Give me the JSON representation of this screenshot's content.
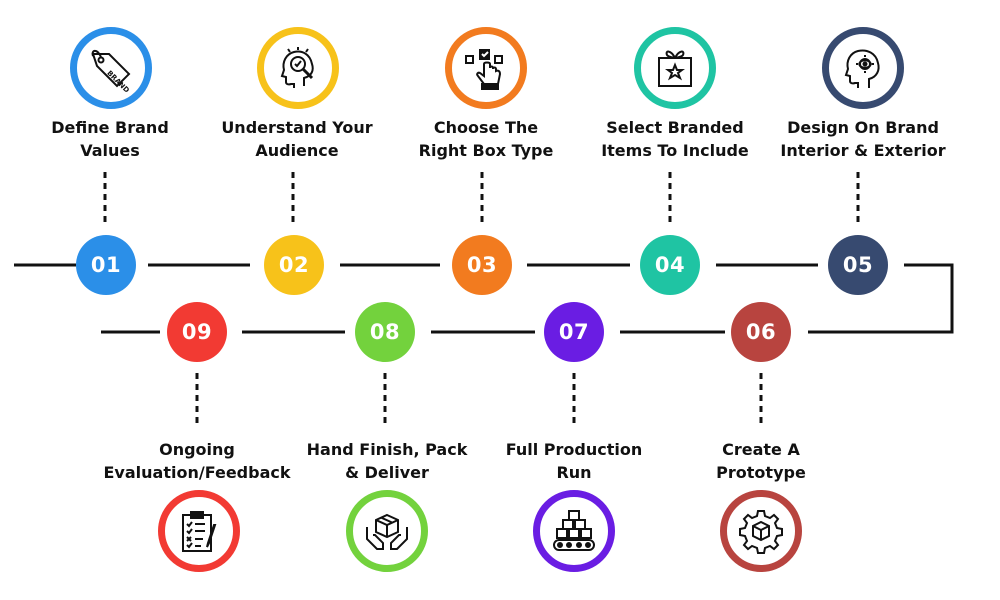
{
  "steps": [
    {
      "num": "01",
      "line1": "Define Brand",
      "line2": "Values",
      "color": "#2b8fe8",
      "icon": "brand-tag-icon"
    },
    {
      "num": "02",
      "line1": "Understand Your",
      "line2": "Audience",
      "color": "#f7c21a",
      "icon": "head-search-icon"
    },
    {
      "num": "03",
      "line1": "Choose The",
      "line2": "Right Box Type",
      "color": "#f27b1f",
      "icon": "hand-select-icon"
    },
    {
      "num": "04",
      "line1": "Select Branded",
      "line2": "Items To Include",
      "color": "#1fc4a3",
      "icon": "gift-box-icon"
    },
    {
      "num": "05",
      "line1": "Design On Brand",
      "line2": "Interior & Exterior",
      "color": "#374a70",
      "icon": "head-design-icon"
    },
    {
      "num": "06",
      "line1": "Create A",
      "line2": "Prototype",
      "color": "#b8443f",
      "icon": "gear-box-icon"
    },
    {
      "num": "07",
      "line1": "Full Production",
      "line2": "Run",
      "color": "#6a1de3",
      "icon": "conveyor-icon"
    },
    {
      "num": "08",
      "line1": "Hand Finish, Pack",
      "line2": "& Deliver",
      "color": "#73d23d",
      "icon": "hands-box-icon"
    },
    {
      "num": "09",
      "line1": "Ongoing",
      "line2": "Evaluation/Feedback",
      "color": "#f23a33",
      "icon": "clipboard-icon"
    }
  ]
}
